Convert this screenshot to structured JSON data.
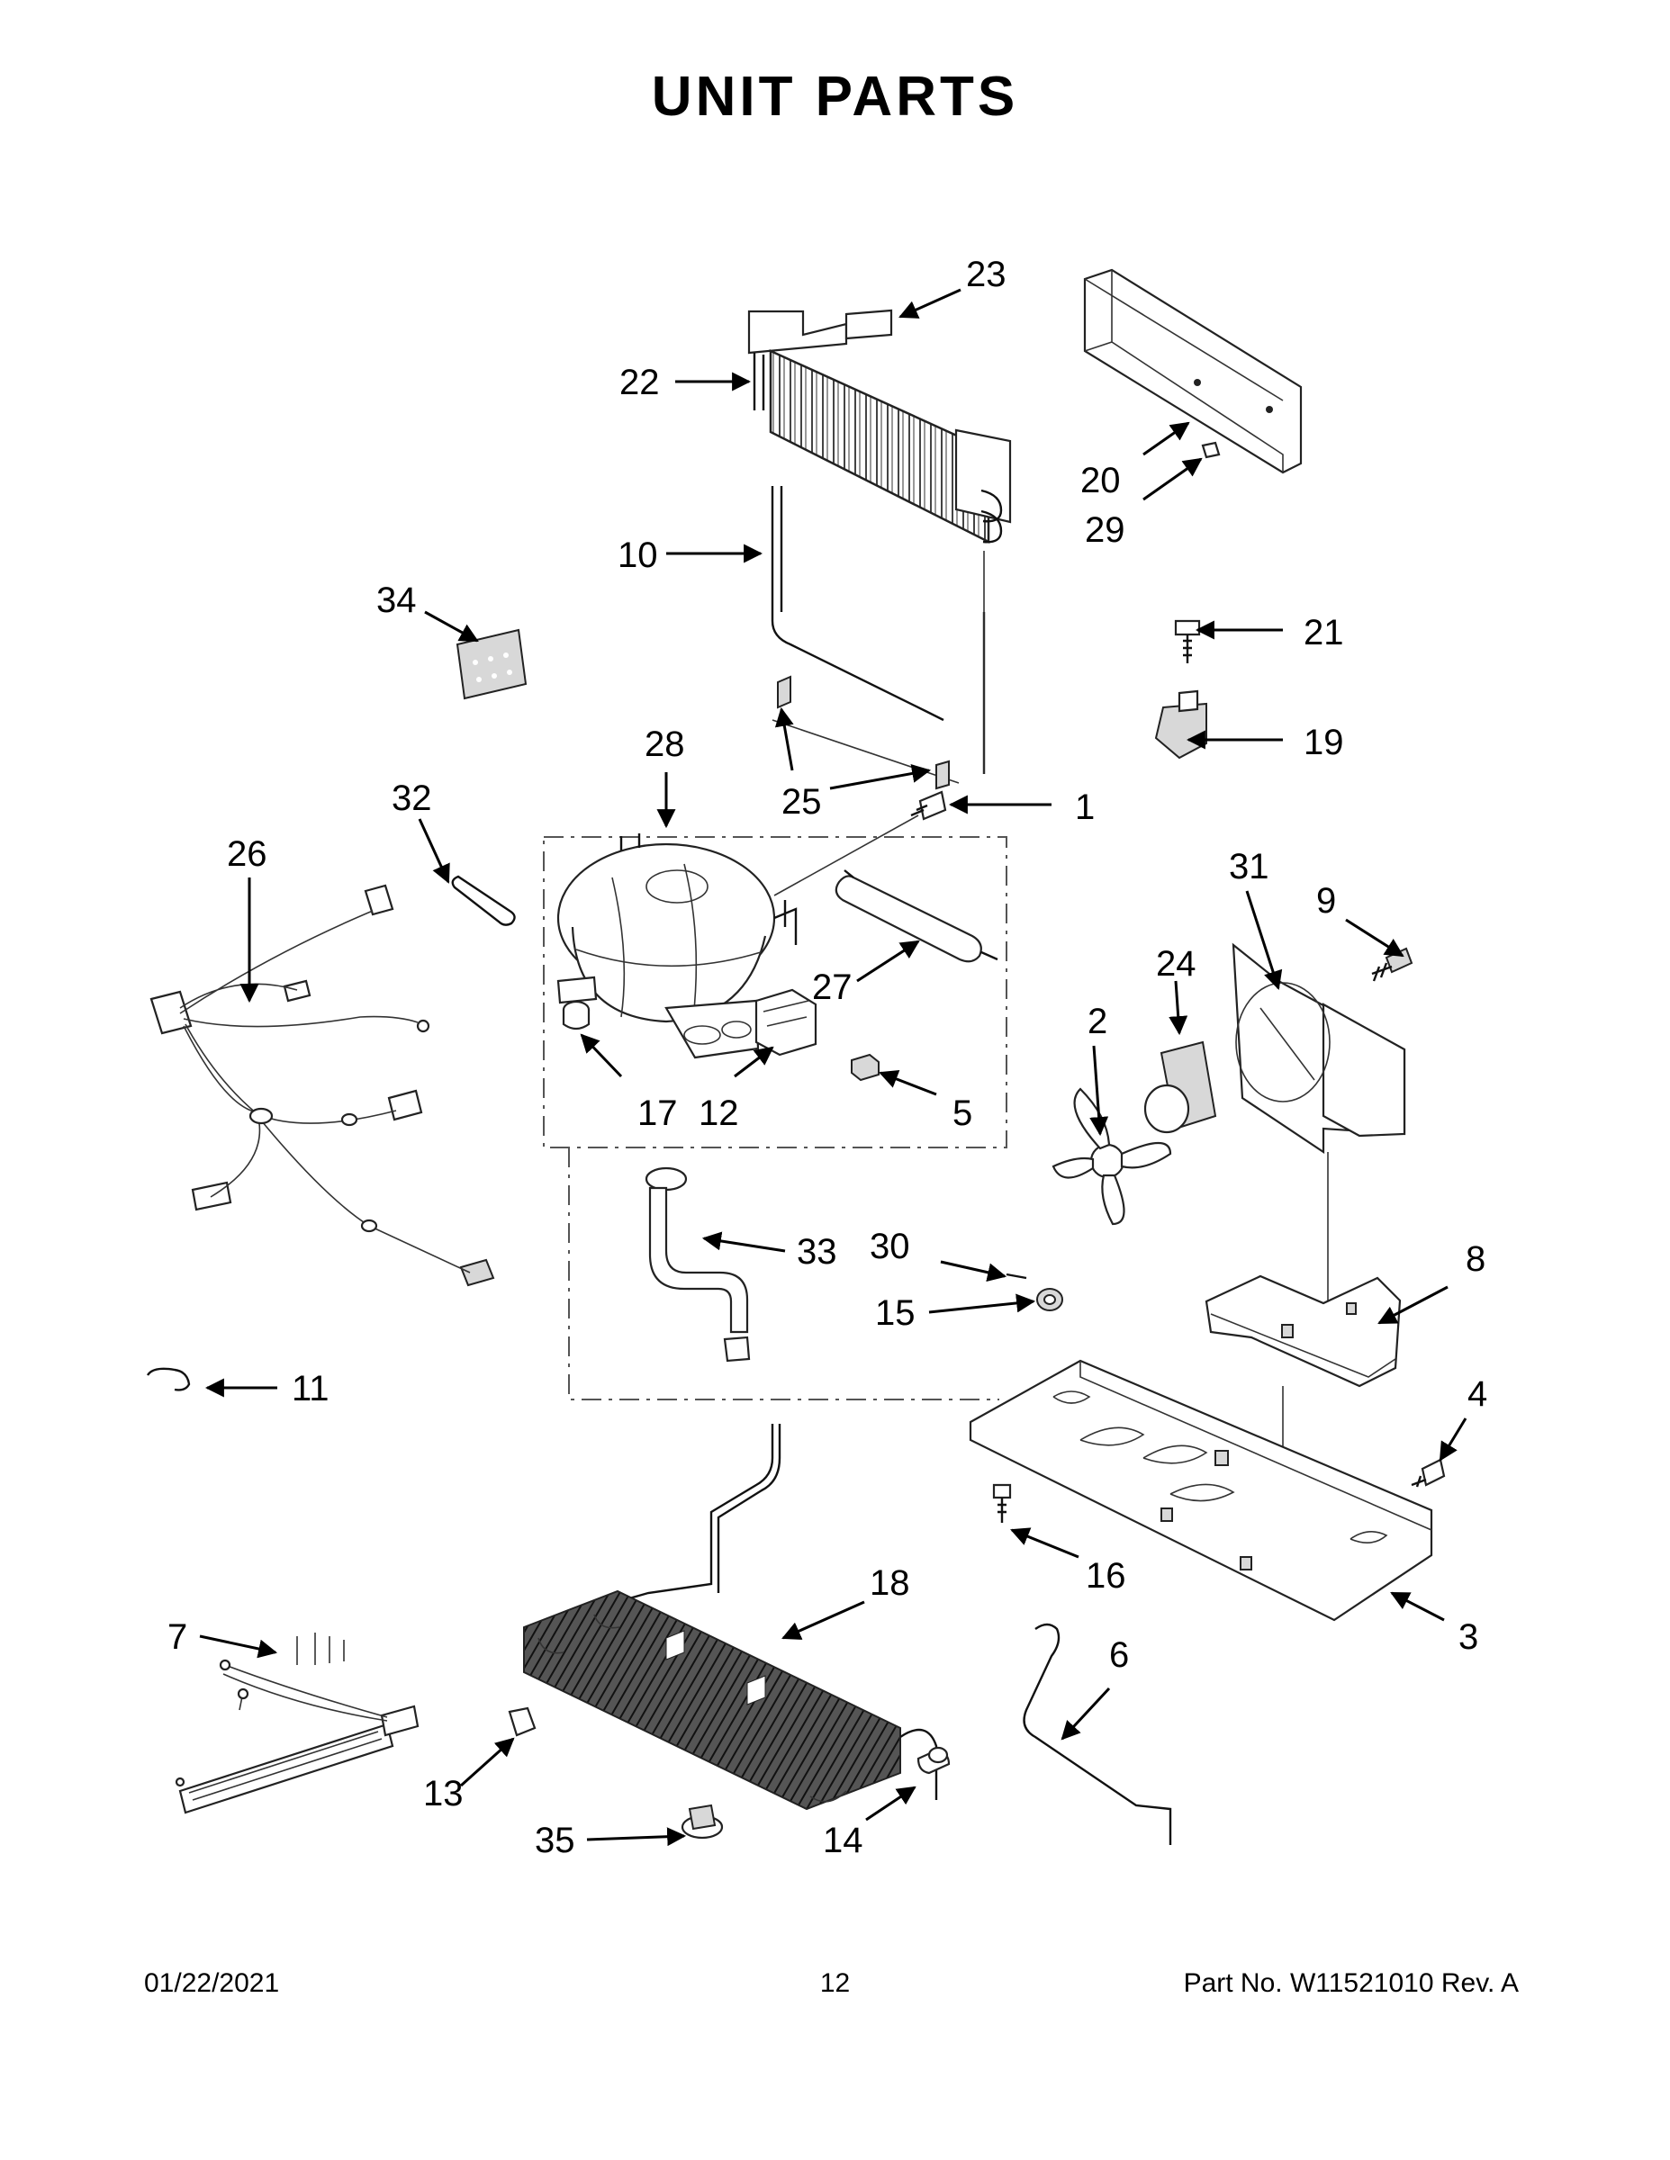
{
  "title": "UNIT PARTS",
  "callouts": {
    "c1": "1",
    "c2": "2",
    "c3": "3",
    "c4": "4",
    "c5": "5",
    "c6": "6",
    "c7": "7",
    "c8": "8",
    "c9": "9",
    "c10": "10",
    "c11": "11",
    "c12": "12",
    "c13": "13",
    "c14": "14",
    "c15": "15",
    "c16": "16",
    "c17": "17",
    "c18": "18",
    "c19": "19",
    "c20": "20",
    "c21": "21",
    "c22": "22",
    "c23": "23",
    "c24": "24",
    "c25": "25",
    "c26": "26",
    "c27": "27",
    "c28": "28",
    "c29": "29",
    "c30": "30",
    "c31": "31",
    "c32": "32",
    "c33": "33",
    "c34": "34",
    "c35": "35"
  },
  "footer": {
    "date": "01/22/2021",
    "page": "12",
    "part_no": "Part No.  W11521010  Rev.  A"
  }
}
